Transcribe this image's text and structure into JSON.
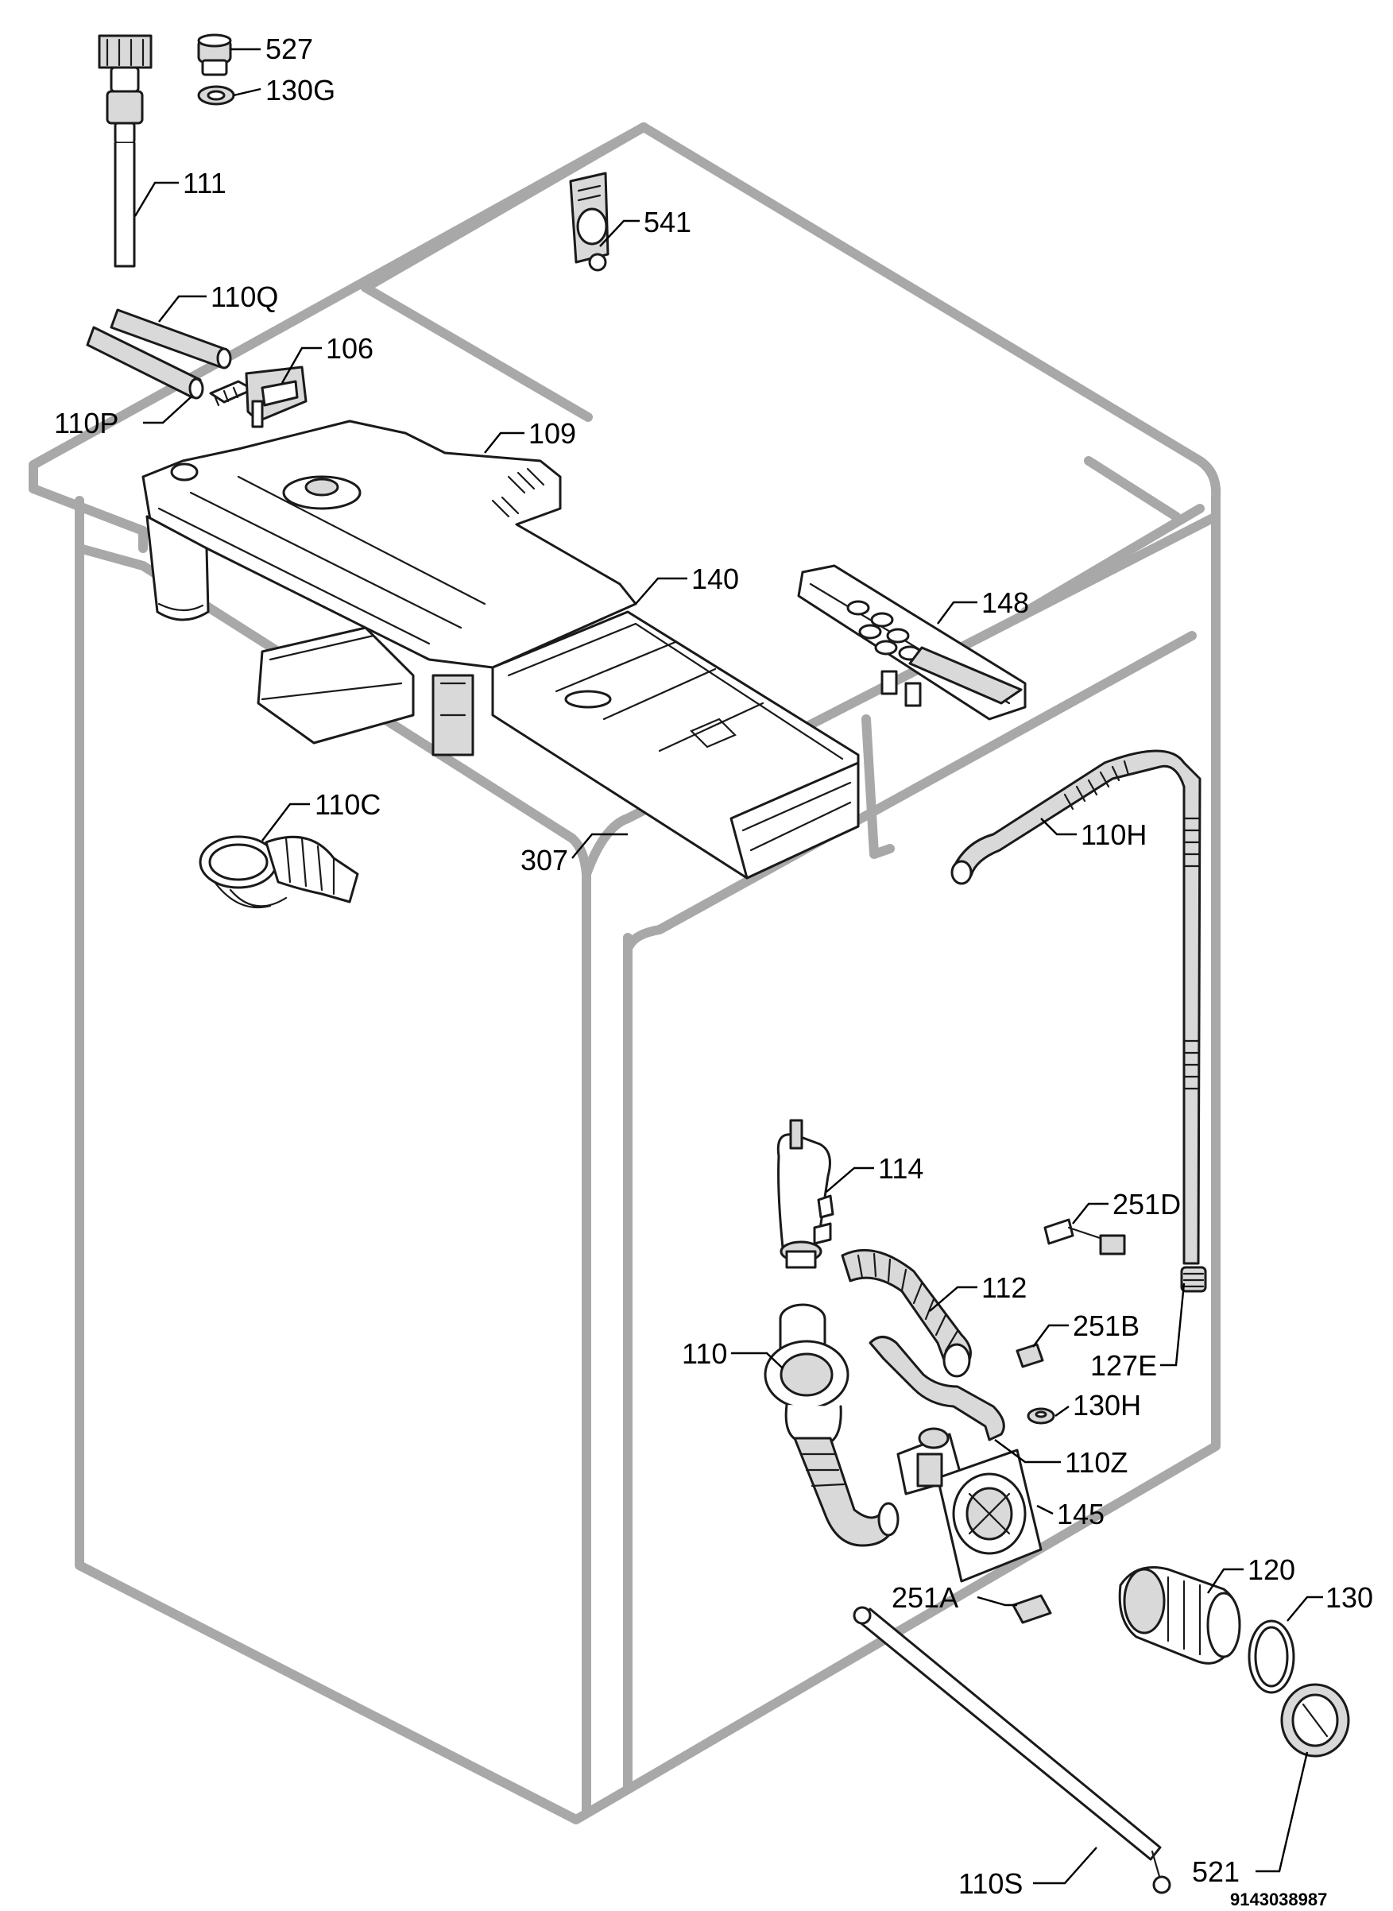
{
  "callouts": [
    {
      "id": "527",
      "label": "527"
    },
    {
      "id": "130G",
      "label": "130G"
    },
    {
      "id": "111",
      "label": "111"
    },
    {
      "id": "541",
      "label": "541"
    },
    {
      "id": "110Q",
      "label": "110Q"
    },
    {
      "id": "106",
      "label": "106"
    },
    {
      "id": "110P",
      "label": "110P"
    },
    {
      "id": "109",
      "label": "109"
    },
    {
      "id": "140",
      "label": "140"
    },
    {
      "id": "148",
      "label": "148"
    },
    {
      "id": "110C",
      "label": "110C"
    },
    {
      "id": "110H",
      "label": "110H"
    },
    {
      "id": "307",
      "label": "307"
    },
    {
      "id": "114",
      "label": "114"
    },
    {
      "id": "251D",
      "label": "251D"
    },
    {
      "id": "112",
      "label": "112"
    },
    {
      "id": "251B",
      "label": "251B"
    },
    {
      "id": "110",
      "label": "110"
    },
    {
      "id": "127E",
      "label": "127E"
    },
    {
      "id": "130H",
      "label": "130H"
    },
    {
      "id": "110Z",
      "label": "110Z"
    },
    {
      "id": "145",
      "label": "145"
    },
    {
      "id": "120",
      "label": "120"
    },
    {
      "id": "130",
      "label": "130"
    },
    {
      "id": "251A",
      "label": "251A"
    },
    {
      "id": "521",
      "label": "521"
    },
    {
      "id": "110S",
      "label": "110S"
    }
  ],
  "document_number": "9143038987"
}
